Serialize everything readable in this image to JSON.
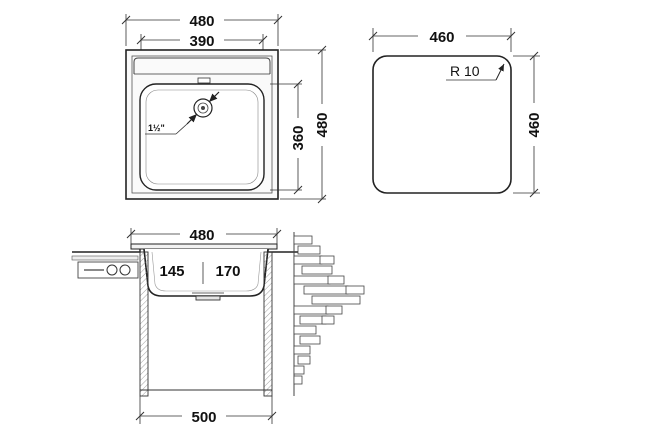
{
  "top_view": {
    "overall_width": "480",
    "bowl_width": "390",
    "bowl_depth": "360",
    "overall_depth": "480",
    "drain_size": "1½\""
  },
  "cutout_view": {
    "width": "460",
    "depth": "460",
    "corner_radius": "R 10"
  },
  "side_view": {
    "top_width": "480",
    "depth_front": "145",
    "depth_back": "170",
    "cabinet_width": "500"
  }
}
